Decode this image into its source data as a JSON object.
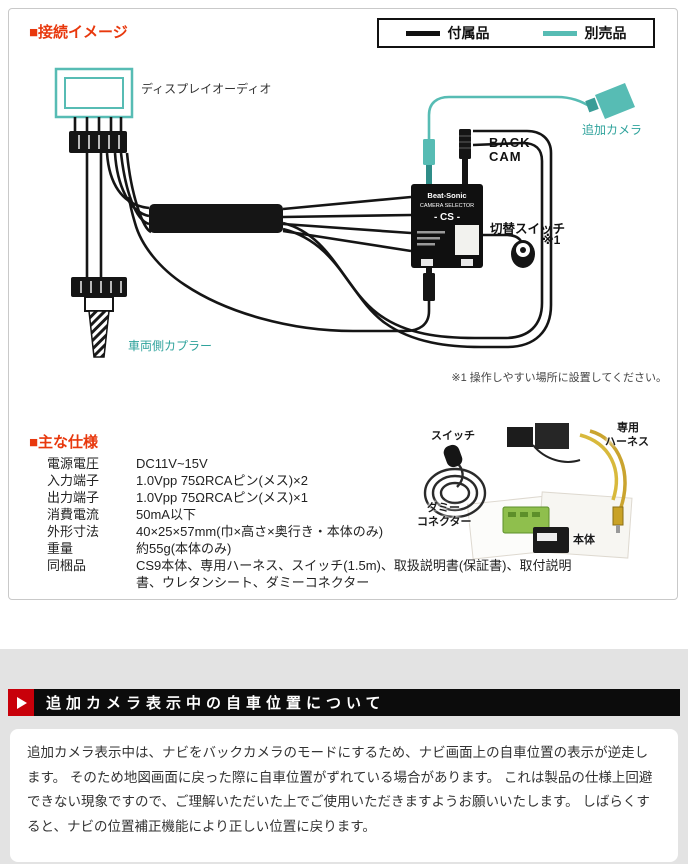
{
  "colors": {
    "accent_red": "#e8380d",
    "teal": "#57bcb4",
    "notice_bar": "#0c0c0c",
    "notice_arrow": "#c8000a",
    "section_bg": "#e3e3e3"
  },
  "connection": {
    "heading": "■接続イメージ",
    "legend": [
      {
        "label": "付属品",
        "color": "#111111"
      },
      {
        "label": "別売品",
        "color": "#57bcb4"
      }
    ],
    "labels": {
      "display_audio": "ディスプレイオーディオ",
      "add_camera": "追加カメラ",
      "back_cam_line1": "BACK",
      "back_cam_line2": "CAM",
      "switch": "切替スイッチ",
      "switch_ref": "※1",
      "vehicle_coupler": "車両側カプラー",
      "footnote": "※1 操作しやすい場所に設置してください。"
    },
    "device": {
      "brand": "Beat-Sonic",
      "name": "CAMERA SELECTOR",
      "model": "- CS -"
    }
  },
  "specs": {
    "heading": "■主な仕様",
    "rows": [
      {
        "label": "電源電圧",
        "value": "DC11V~15V"
      },
      {
        "label": "入力端子",
        "value": "1.0Vpp 75ΩRCAピン(メス)×2"
      },
      {
        "label": "出力端子",
        "value": "1.0Vpp 75ΩRCAピン(メス)×1"
      },
      {
        "label": "消費電流",
        "value": "50mA以下"
      },
      {
        "label": "外形寸法",
        "value": "40×25×57mm(巾×高さ×奥行き・本体のみ)"
      },
      {
        "label": "重量",
        "value": "約55g(本体のみ)"
      },
      {
        "label": "同梱品",
        "value": "CS9本体、専用ハーネス、スイッチ(1.5m)、取扱説明書(保証書)、取付説明書、ウレタンシート、ダミーコネクター"
      }
    ],
    "photo_labels": {
      "switch": "スイッチ",
      "harness_line1": "専用",
      "harness_line2": "ハーネス",
      "dummy_line1": "ダミー",
      "dummy_line2": "コネクター",
      "main_unit": "本体"
    }
  },
  "notice": {
    "heading": "追加カメラ表示中の自車位置について",
    "body": "追加カメラ表示中は、ナビをバックカメラのモードにするため、ナビ画面上の自車位置の表示が逆走します。 そのため地図画面に戻った際に自車位置がずれている場合があります。 これは製品の仕様上回避できない現象ですので、ご理解いただいた上でご使用いただきますようお願いいたします。 しばらくすると、ナビの位置補正機能により正しい位置に戻ります。"
  }
}
